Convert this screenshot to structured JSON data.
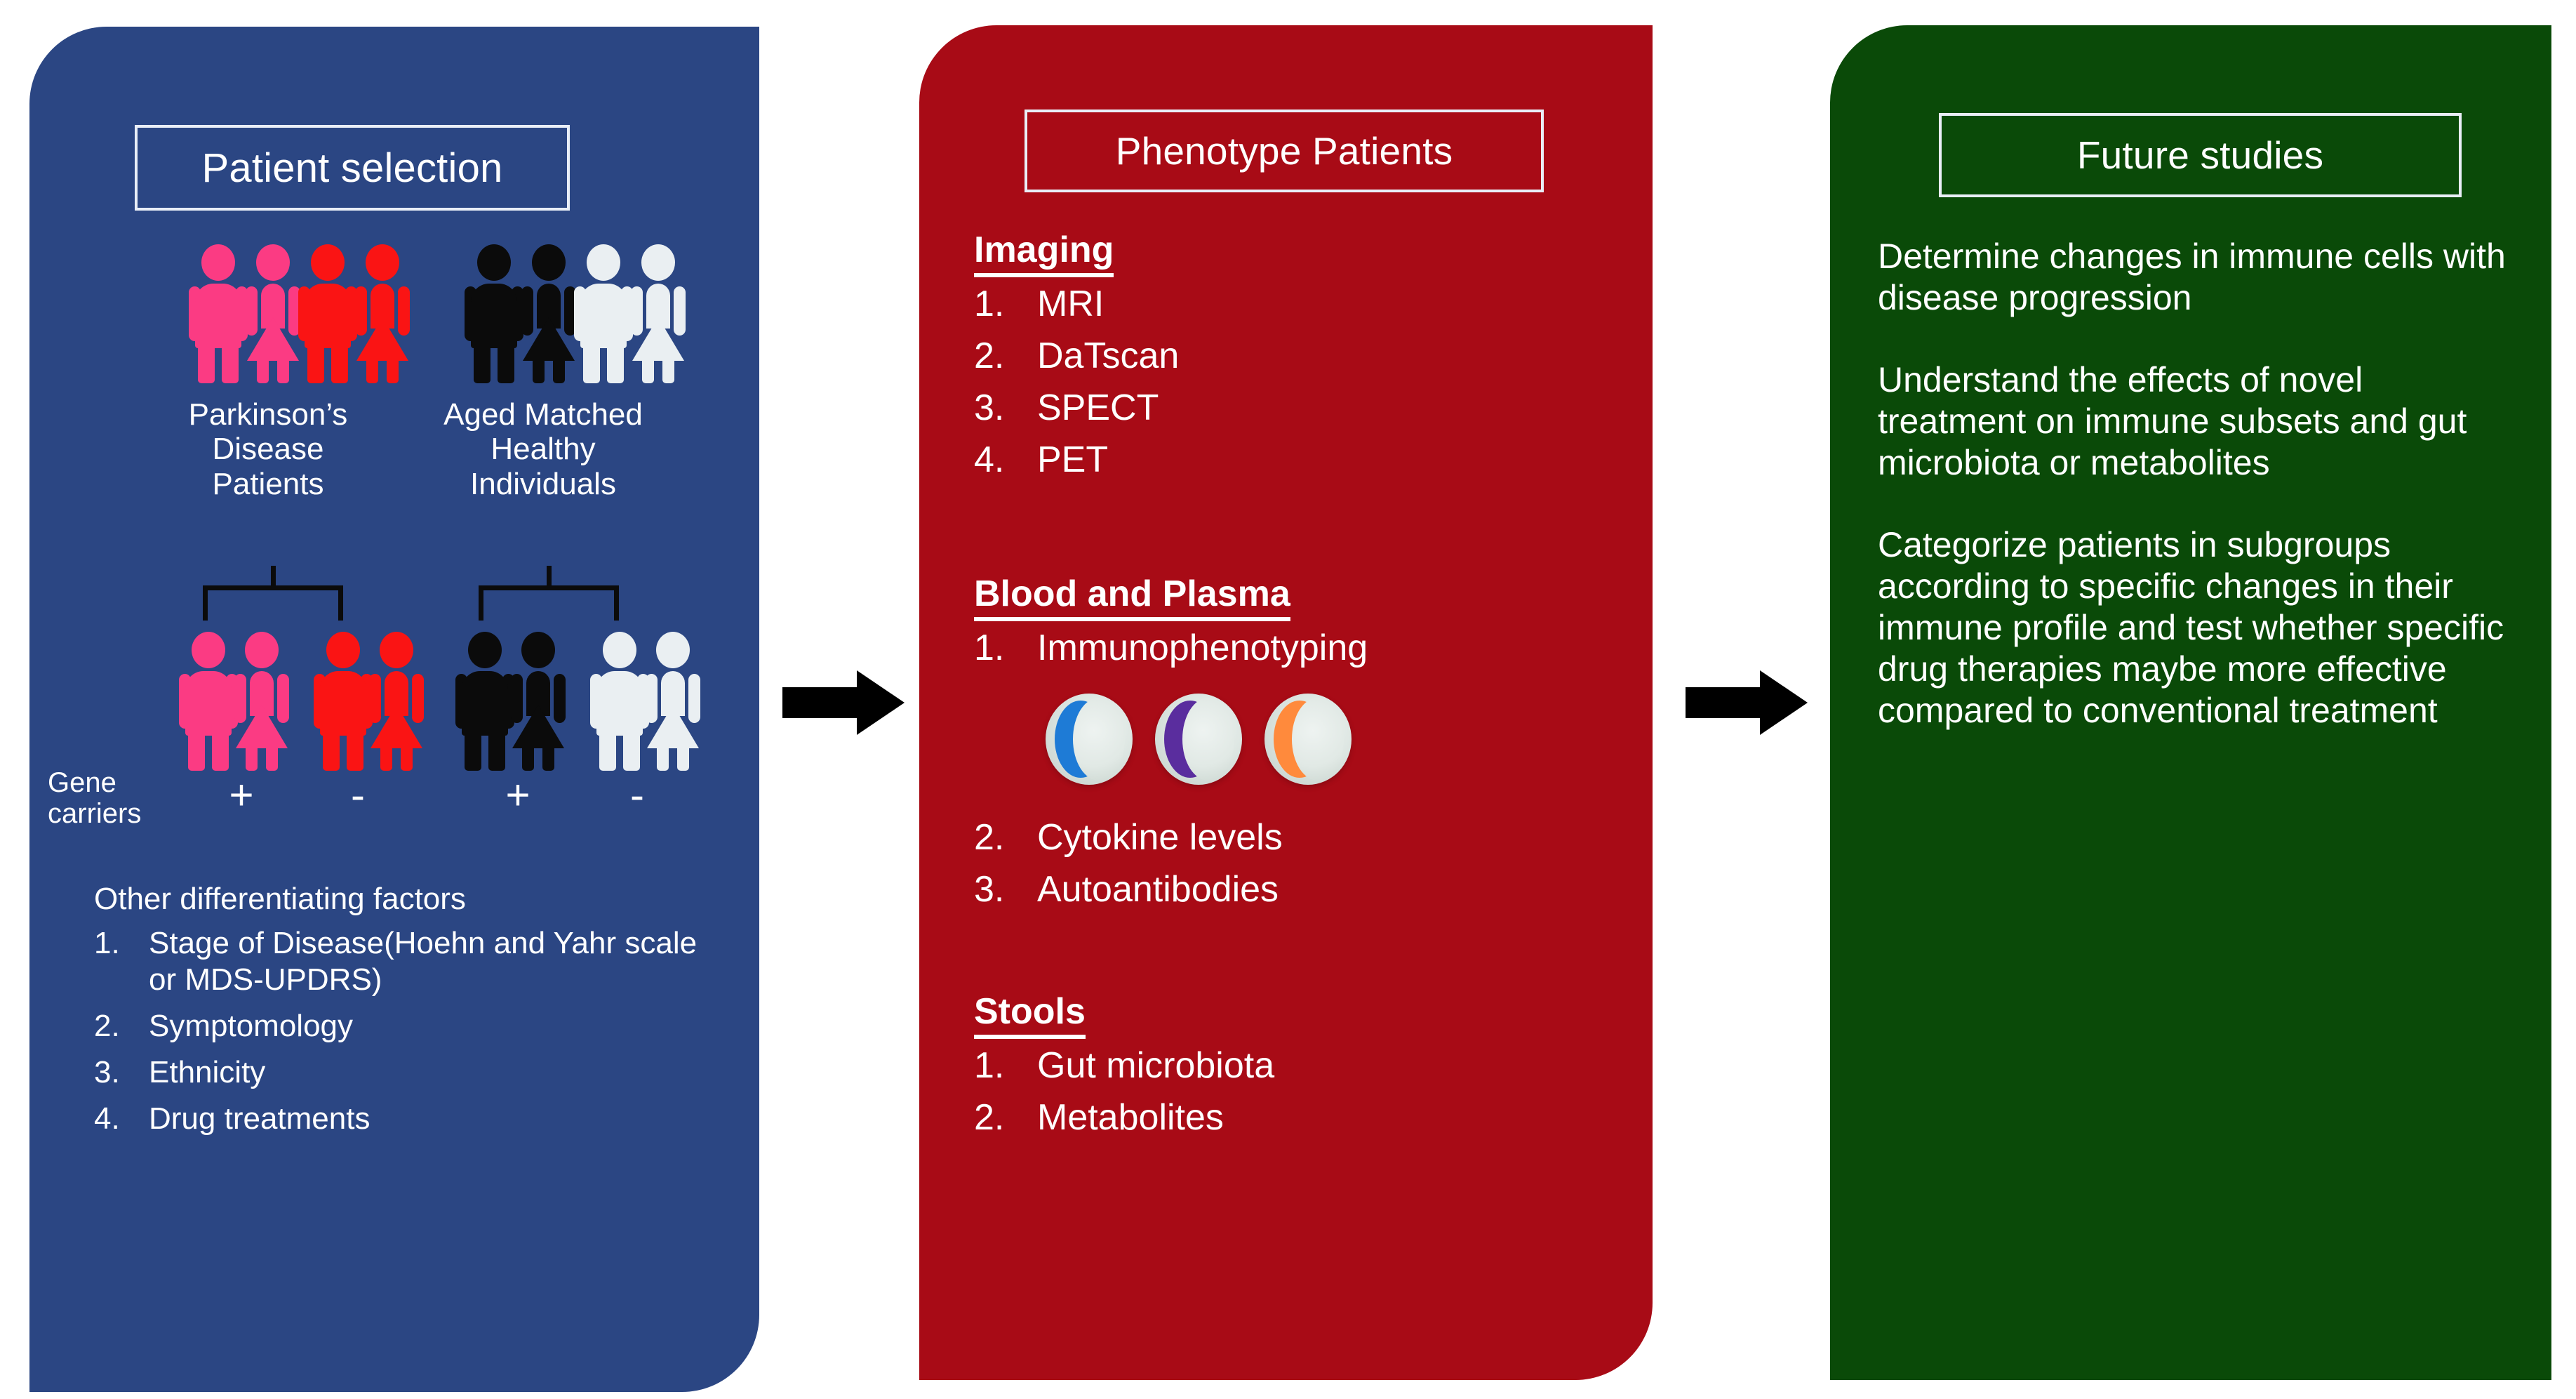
{
  "panels": {
    "blue": {
      "title": "Patient selection",
      "color": "#2B4683",
      "cohorts": [
        {
          "label": "Parkinson’s Disease Patients",
          "colors": [
            "#FB3B83",
            "#FA1414"
          ]
        },
        {
          "label": "Aged Matched Healthy Individuals",
          "colors": [
            "#0B0B0B",
            "#EAEFF2"
          ]
        }
      ],
      "gene_carriers_label": "Gene carriers",
      "gene_signs": [
        "+",
        "-",
        "+",
        "-"
      ],
      "other_factors_title": "Other differentiating factors",
      "other_factors": [
        {
          "num": "1.",
          "text": "Stage of Disease(Hoehn and Yahr scale or MDS-UPDRS)"
        },
        {
          "num": "2.",
          "text": "Symptomology"
        },
        {
          "num": "3.",
          "text": "Ethnicity"
        },
        {
          "num": "4.",
          "text": "Drug treatments"
        }
      ]
    },
    "red": {
      "title": "Phenotype Patients",
      "color": "#A80B16",
      "sections": [
        {
          "heading": "Imaging",
          "items": [
            {
              "num": "1.",
              "text": "MRI"
            },
            {
              "num": "2.",
              "text": "DaTscan"
            },
            {
              "num": "3.",
              "text": "SPECT"
            },
            {
              "num": "4.",
              "text": "PET"
            }
          ]
        },
        {
          "heading": "Blood and Plasma",
          "items": [
            {
              "num": "1.",
              "text": "Immunophenotyping"
            },
            {
              "num": "2.",
              "text": "Cytokine levels"
            },
            {
              "num": "3.",
              "text": "Autoantibodies"
            }
          ]
        },
        {
          "heading": "Stools",
          "items": [
            {
              "num": "1.",
              "text": "Gut microbiota"
            },
            {
              "num": "2.",
              "text": "Metabolites"
            }
          ]
        }
      ],
      "immune_cells": [
        {
          "name": "immune-cell-blue",
          "nucleus_color": "#1E7BD6"
        },
        {
          "name": "immune-cell-purple",
          "nucleus_color": "#5A2D9E"
        },
        {
          "name": "immune-cell-orange",
          "nucleus_color": "#FF8A3C"
        }
      ]
    },
    "green": {
      "title": "Future studies",
      "color": "#0A4A08",
      "paragraphs": [
        "Determine changes in immune cells with disease progression",
        "Understand the effects of novel treatment on immune subsets and gut microbiota or metabolites",
        "Categorize patients in subgroups according to specific changes in their immune profile and test whether specific drug therapies maybe more effective compared to conventional treatment"
      ]
    }
  },
  "arrows": [
    {
      "name": "arrow-blue-to-red",
      "direction": "right"
    },
    {
      "name": "arrow-red-to-green",
      "direction": "right"
    }
  ]
}
